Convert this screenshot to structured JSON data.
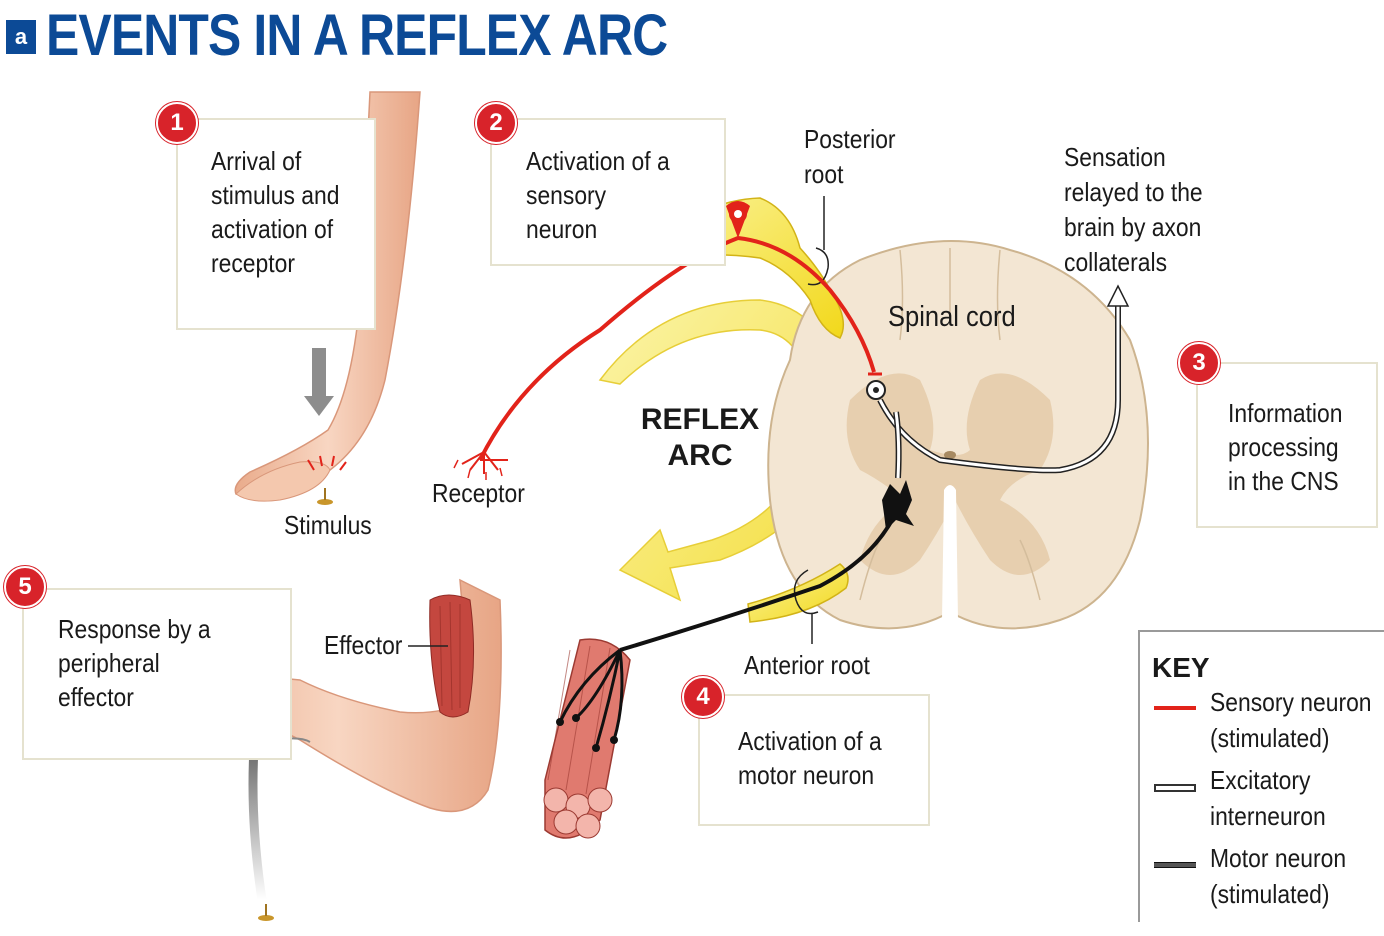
{
  "header": {
    "panel_letter": "a",
    "title": "EVENTS IN A REFLEX ARC"
  },
  "steps": [
    {
      "number": "1",
      "text": "Arrival of\nstimulus and\nactivation of\nreceptor"
    },
    {
      "number": "2",
      "text": "Activation of a\nsensory\nneuron"
    },
    {
      "number": "3",
      "text": "Information\nprocessing\nin the CNS"
    },
    {
      "number": "4",
      "text": "Activation of a\nmotor neuron"
    },
    {
      "number": "5",
      "text": "Response by a\nperipheral\neffector"
    }
  ],
  "labels": {
    "posterior_root": "Posterior\nroot",
    "sensation": "Sensation\nrelayed to the\nbrain by axon\ncollaterals",
    "spinal_cord": "Spinal cord",
    "reflex_arc": "REFLEX\nARC",
    "receptor": "Receptor",
    "stimulus": "Stimulus",
    "effector": "Effector",
    "anterior_root": "Anterior root"
  },
  "key": {
    "title": "KEY",
    "items": [
      {
        "label": "Sensory neuron\n(stimulated)",
        "color": "#e2231a"
      },
      {
        "label": "Excitatory\ninterneuron",
        "color": "#ffffff"
      },
      {
        "label": "Motor neuron\n(stimulated)",
        "color": "#555555"
      }
    ]
  },
  "colors": {
    "title_blue": "#0c4a96",
    "badge_red": "#d8232a",
    "sensory_red": "#e2231a",
    "motor_black": "#111111",
    "arc_yellow": "#f7ea2c",
    "cord_beige": "#f3e6d3",
    "skin": "#f2c4a8"
  }
}
